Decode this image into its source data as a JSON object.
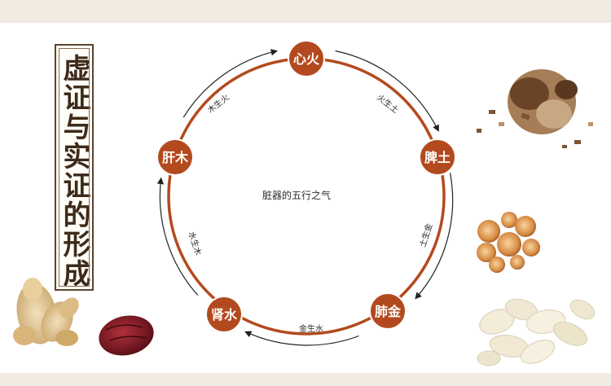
{
  "title": "虚证与实证的形成",
  "diagram": {
    "center_text": "脏器的五行之气",
    "nodes": {
      "heart": "心火",
      "spleen": "脾土",
      "lung": "肺金",
      "kidney": "肾水",
      "liver": "肝木"
    },
    "arc_labels": {
      "fire_earth": "火生土",
      "earth_metal": "土生金",
      "metal_water": "金生水",
      "water_wood": "水生木",
      "wood_fire": "木生火"
    }
  },
  "colors": {
    "node": "#b34a1f",
    "ring": "#b34a1f",
    "band": "#f1ebe1",
    "title": "#3e2a1a"
  },
  "images": {
    "left": [
      "ginger-image",
      "jujube-image"
    ],
    "right": [
      "wood-chips-image",
      "dried-slices-image",
      "white-slices-image"
    ]
  }
}
